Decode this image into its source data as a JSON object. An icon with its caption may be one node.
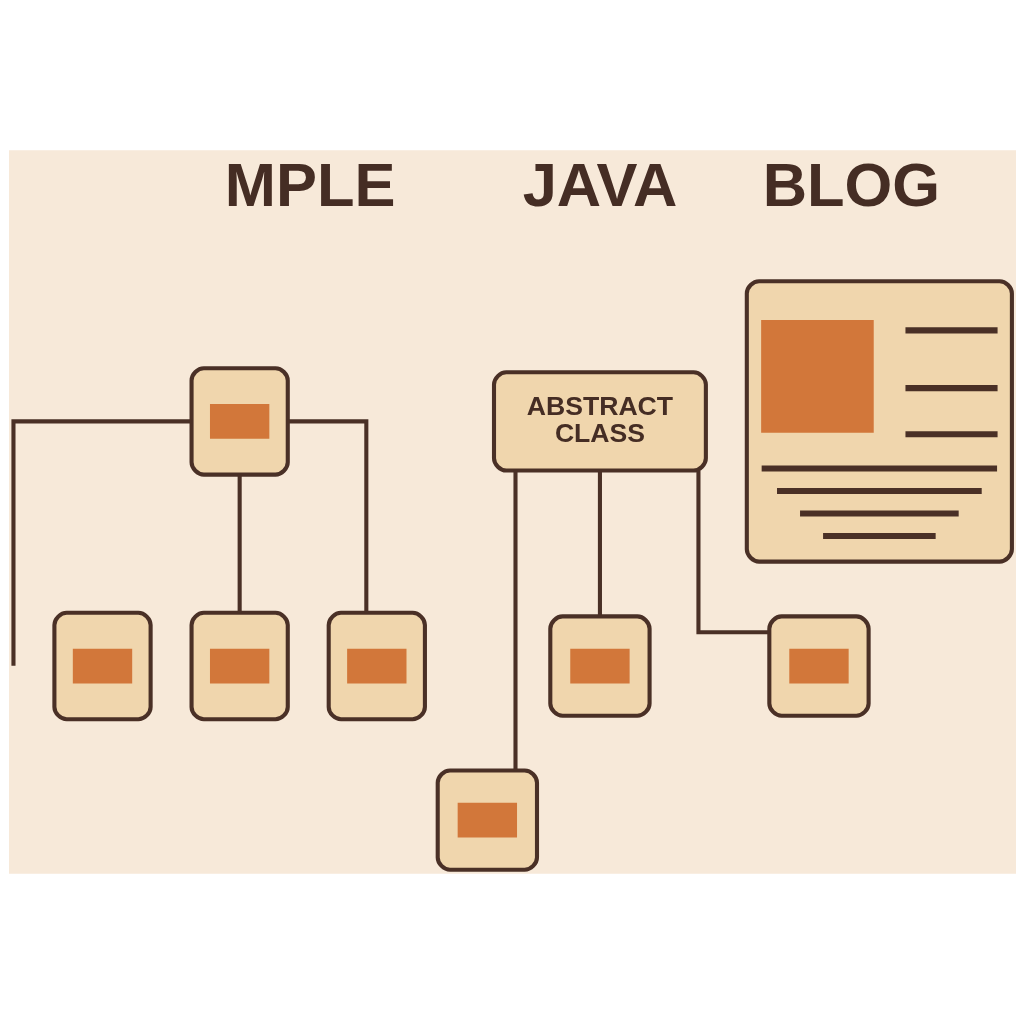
{
  "diagram": {
    "nodes": [
      {
        "text": [],
        "shape": "box"
      },
      {
        "text": [
          "ABSTRACT CLASS"
        ]
      },
      {
        "text": [],
        "shape": "picture"
      },
      {
        "text": [],
        "shape": "box"
      },
      {
        "text": [],
        "shape": "box"
      },
      {
        "text": [],
        "shape": "box"
      },
      {
        "text": [],
        "shape": "box"
      },
      {
        "text": [],
        "shape": "box"
      },
      {
        "text": [],
        "shape": "box"
      }
    ],
    "edges": [
      {
        "from": 0,
        "to": null,
        "arrow": "none"
      },
      {
        "from": 0,
        "to": 4,
        "arrow": "none"
      },
      {
        "from": 0,
        "to": 5,
        "arrow": "none"
      },
      {
        "from": 1,
        "to": 6,
        "arrow": "none"
      },
      {
        "from": 1,
        "to": 8,
        "arrow": "none"
      },
      {
        "from": 1,
        "to": 7,
        "arrow": "none"
      }
    ],
    "labels": [
      "MPLE",
      "JAVA",
      "BLOG"
    ]
  }
}
